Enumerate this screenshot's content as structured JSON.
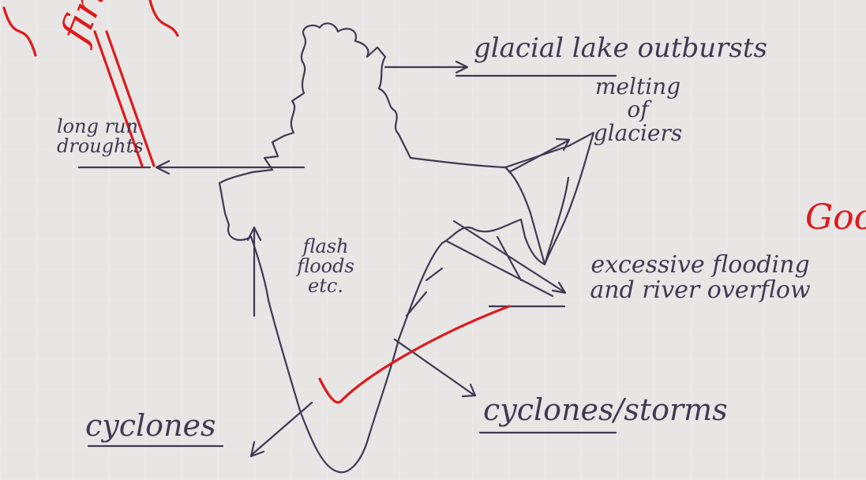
{
  "labels": {
    "glacial": "glacial lake outbursts",
    "melting": "melting of glaciers",
    "drought": "long run droughts",
    "flash": "flash floods etc.",
    "excessive": "excessive flooding and river overflow",
    "cyclones_left": "cyclones",
    "cyclones_right": "cyclones/storms"
  },
  "annotations": {
    "top_left": "first",
    "right": "Good"
  },
  "colors": {
    "ink": "#3d3a52",
    "marker": "#e0191c",
    "paper": "#e8e6e5"
  }
}
